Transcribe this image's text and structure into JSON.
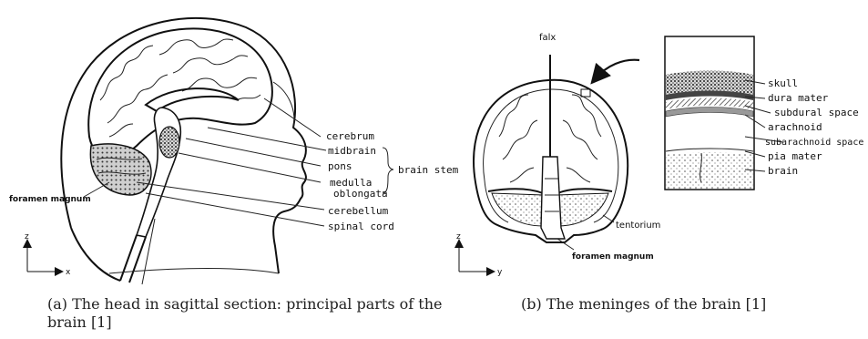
{
  "panel_a": {
    "labels": {
      "cerebrum": "cerebrum",
      "midbrain": "midbrain",
      "pons": "pons",
      "medulla_line1": "medulla",
      "medulla_line2": "oblongata",
      "brain_stem": "brain stem",
      "cerebellum": "cerebellum",
      "spinal_cord": "spinal cord",
      "foramen_magnum": "foramen magnum"
    },
    "axes": {
      "vertical": "z",
      "horizontal": "x"
    },
    "caption_line1": "(a) The head in sagittal section: principal parts of the",
    "caption_line2": "brain [1]"
  },
  "panel_b": {
    "labels": {
      "falx": "falx",
      "tentorium": "tentorium",
      "foramen_magnum": "foramen magnum"
    },
    "inset_labels": {
      "skull": "skull",
      "dura_mater": "dura mater",
      "subdural_space": "subdural space",
      "arachnoid": "arachnoid",
      "subarachnoid_space": "subarachnoid space",
      "pia_mater": "pia mater",
      "brain": "brain"
    },
    "axes": {
      "vertical": "z",
      "horizontal": "y"
    },
    "caption": "(b) The meninges of the brain [1]"
  }
}
